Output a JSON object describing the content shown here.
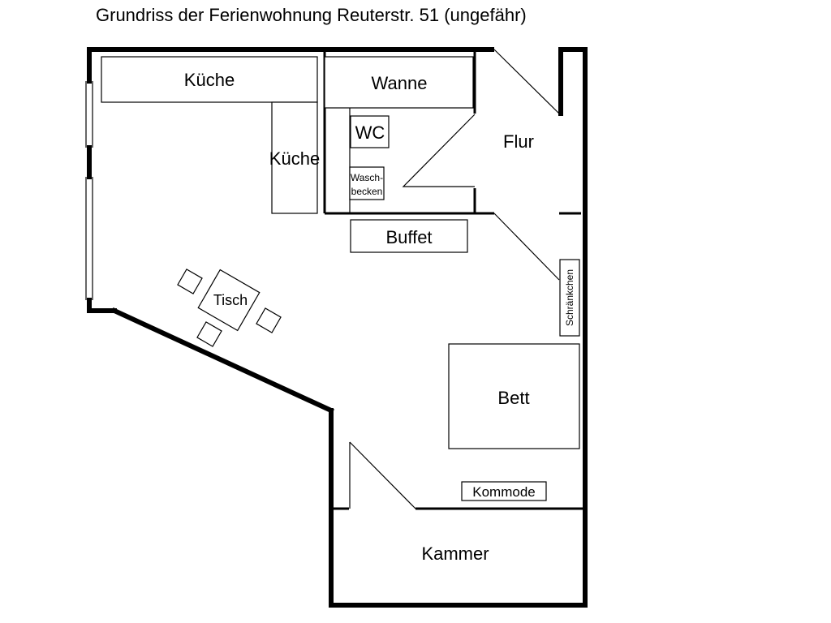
{
  "title": "Grundriss der Ferienwohnung Reuterstr. 51 (ungefähr)",
  "labels": {
    "kueche_top": "Küche",
    "kueche_side": "Küche",
    "wanne": "Wanne",
    "wc": "WC",
    "waschbecken_line1": "Wasch-",
    "waschbecken_line2": "becken",
    "flur": "Flur",
    "buffet": "Buffet",
    "schraenkchen": "Schränkchen",
    "tisch": "Tisch",
    "bett": "Bett",
    "kommode": "Kommode",
    "kammer": "Kammer"
  }
}
